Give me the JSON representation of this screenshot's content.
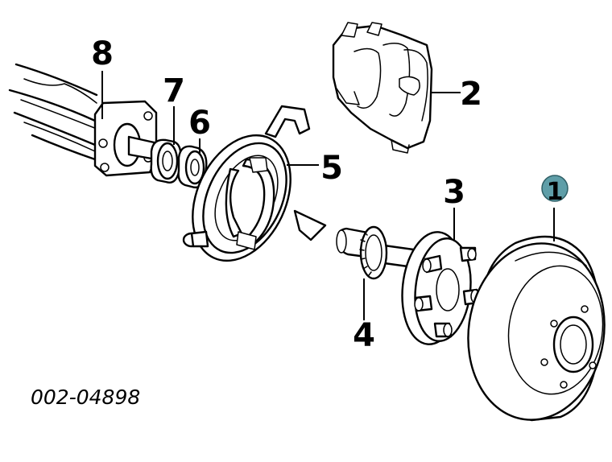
{
  "figure_code": "002-04898",
  "highlight_color": "#5f9ea8",
  "callouts": {
    "c1": "1",
    "c2": "2",
    "c3": "3",
    "c4": "4",
    "c5": "5",
    "c6": "6",
    "c7": "7",
    "c8": "8"
  }
}
